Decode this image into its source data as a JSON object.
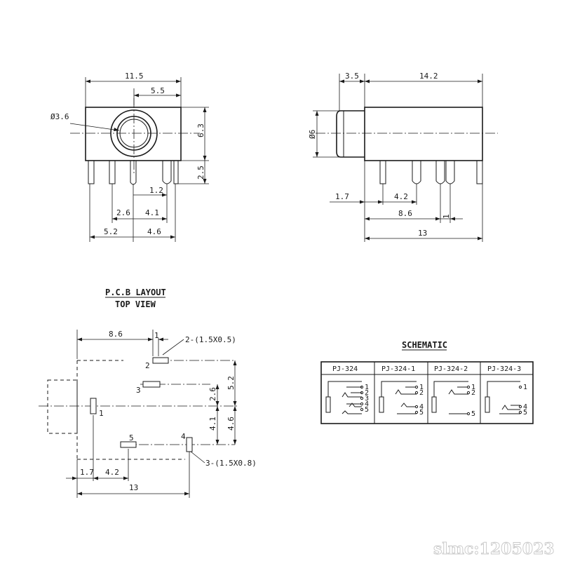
{
  "front_view": {
    "dim_width": "11.5",
    "dim_center": "5.5",
    "dim_hole": "Ø3.6",
    "dim_height": "6.3",
    "dim_pin_len": "2.5",
    "dim_pin_a": "1.2",
    "dim_pin_b": "2.6",
    "dim_pin_c": "4.1",
    "dim_left": "5.2",
    "dim_right": "4.6"
  },
  "side_view": {
    "dim_front": "3.5",
    "dim_body": "14.2",
    "dim_dia": "Ø6",
    "dim_a": "1.7",
    "dim_b": "4.2",
    "dim_c": "8.6",
    "dim_d": "1",
    "dim_total": "13"
  },
  "pcb": {
    "title": "P.C.B LAYOUT",
    "subtitle": "TOP VIEW",
    "dim_top": "8.6",
    "pin1_label": "1",
    "pin2_label": "2",
    "pin3_label": "3",
    "pin4_label": "4",
    "pin5_label": "5",
    "pin1_top_label": "1",
    "note_a": "2-(1.5X0.5)",
    "note_b": "3-(1.5X0.8)",
    "dim_v1": "5.2",
    "dim_v2": "2.6",
    "dim_v3": "4.1",
    "dim_v4": "4.6",
    "dim_b1": "1.7",
    "dim_b2": "4.2",
    "dim_total": "13"
  },
  "schematic": {
    "title": "SCHEMATIC",
    "columns": [
      {
        "name": "PJ-324",
        "pins": [
          "1",
          "2",
          "3",
          "4",
          "5"
        ]
      },
      {
        "name": "PJ-324-1",
        "pins": [
          "1",
          "2",
          "4",
          "5"
        ]
      },
      {
        "name": "PJ-324-2",
        "pins": [
          "1",
          "2",
          "5"
        ]
      },
      {
        "name": "PJ-324-3",
        "pins": [
          "1",
          "4",
          "5"
        ]
      }
    ]
  },
  "watermark": "slmc:1205023"
}
